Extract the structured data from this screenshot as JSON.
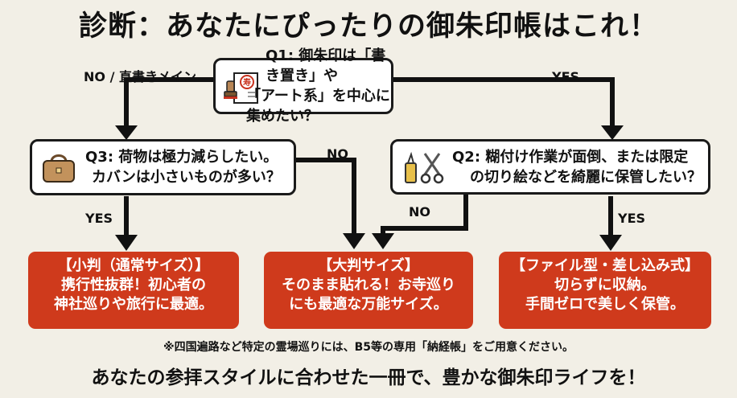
{
  "title": "診断：あなたにぴったりの御朱印帳はこれ！",
  "q1": {
    "line1": "Q1: 御朱印は「書き置き」や",
    "line2": "「アート系」を中心に集めたい？"
  },
  "q2": {
    "line1": "Q2: 糊付け作業が面倒、または限定",
    "line2": "の切り絵などを綺麗に保管したい？"
  },
  "q3": {
    "line1": "Q3: 荷物は極力減らしたい。",
    "line2": "カバンは小さいものが多い？"
  },
  "labels": {
    "q1_no": "NO / 直書きメイン",
    "q1_yes": "YES",
    "q3_no": "NO",
    "q3_yes": "YES",
    "q2_no": "NO",
    "q2_yes": "YES"
  },
  "results": [
    {
      "line1": "【小判（通常サイズ）】",
      "line2": "携行性抜群！初心者の",
      "line3": "神社巡りや旅行に最適。"
    },
    {
      "line1": "【大判サイズ】",
      "line2": "そのまま貼れる！お寺巡り",
      "line3": "にも最適な万能サイズ。"
    },
    {
      "line1": "【ファイル型・差し込み式】",
      "line2": "切らずに収納。",
      "line3": "手間ゼロで美しく保管。"
    }
  ],
  "stamp_glyph": "寿",
  "note": "※四国遍路など特定の霊場巡りには、B5等の専用「納経帳」をご用意ください。",
  "footer": "あなたの参拝スタイルに合わせた一冊で、豊かな御朱印ライフを！",
  "colors": {
    "result_bg": "#cf3a1c",
    "background": "#f2efe6",
    "stamp": "#c8321e"
  },
  "icons": {
    "q1": "stamp-document-icon",
    "q2": "glue-scissors-icon",
    "q3": "handbag-icon"
  }
}
